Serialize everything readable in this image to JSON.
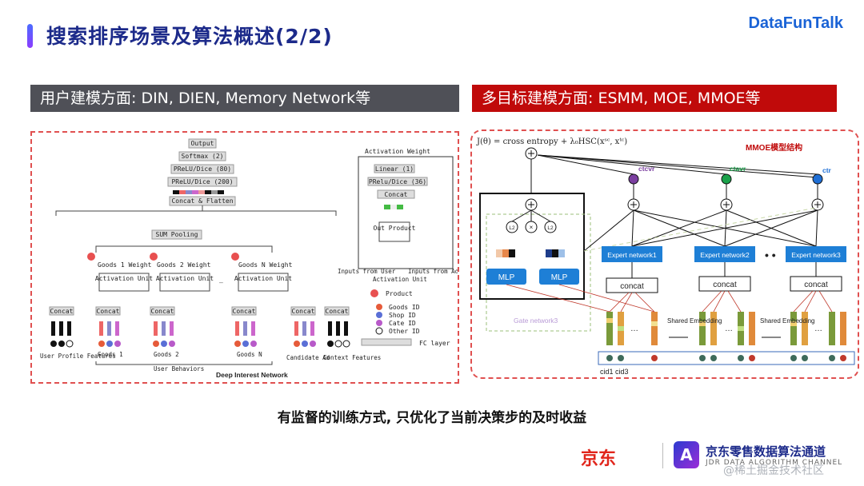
{
  "title": "搜索排序场景及算法概述(2/2)",
  "brand": "DataFunTalk",
  "left_header": "用户建模方面: DIN, DIEN, Memory Network等",
  "right_header": "多目标建模方面: ESMM, MOE, MMOE等",
  "din": {
    "output": "Output",
    "softmax": "Softmax (2)",
    "prelu80": "PReLU/Dice (80)",
    "prelu200": "PReLU/Dice (200)",
    "concat_flatten": "Concat & Flatten",
    "sum_pooling": "SUM Pooling",
    "goods1_weight": "Goods 1 Weight",
    "goods2_weight": "Goods 2 Weight",
    "goodsN_weight": "Goods N Weight",
    "activation_unit": "Activation Unit",
    "concat": "Concat",
    "user_profile": "User Profile Features",
    "goods1": "Goods 1",
    "goods2": "Goods 2",
    "goodsN": "Goods N",
    "user_behaviors": "User Behaviors",
    "candidate_ad": "Candidate Ad",
    "context_features": "Context Features",
    "caption": "Deep Interest Network",
    "au_title": "Activation Weight",
    "au_linear": "Linear (1)",
    "au_prelu": "PRelu/Dice (36)",
    "au_concat": "Concat",
    "au_out_product": "Out Product",
    "au_inputs_user": "Inputs from User",
    "au_inputs_ad": "Inputs from Ad",
    "au_caption": "Activation Unit",
    "legend_product": "Product",
    "legend_goods_id": "Goods ID",
    "legend_shop_id": "Shop ID",
    "legend_cate_id": "Cate ID",
    "legend_other_id": "Other ID",
    "legend_fc": "FC layer"
  },
  "mmoe": {
    "formula": "J(θ) = cross entropy + λ₀HSC(xˢᶜ, xᵗᶜ)",
    "structure_label": "MMOE模型结构",
    "ctcvr": "ctcvr",
    "ctavr": "ctavr",
    "ctr": "ctr",
    "expert1": "Expert network1",
    "expert2": "Expert network2",
    "expert3": "Expert network3",
    "concat": "concat",
    "mlp": "MLP",
    "l2": "L2",
    "gate": "Gate network3",
    "shared_embedding": "Shared Embedding",
    "cid": "cid1 cid3"
  },
  "subtitle": "有监督的训练方式, 只优化了当前决策步的及时收益",
  "footer": {
    "jd": "京东",
    "badge": "A",
    "name": "京东零售数据算法通道",
    "small": "JDR DATA ALGORITHM CHANNEL",
    "watermark": "@稀土掘金技术社区"
  },
  "colors": {
    "title": "#1c2a8a",
    "brand": "#1a63d6",
    "left_header_bg": "#4f5057",
    "right_header_bg": "#c00a0a",
    "dashed_border": "#e05050",
    "expert_blue": "#1e7fd6",
    "ctcvr": "#7b3fa0",
    "ctavr": "#1aa14a",
    "ctr": "#1f6fd6"
  }
}
